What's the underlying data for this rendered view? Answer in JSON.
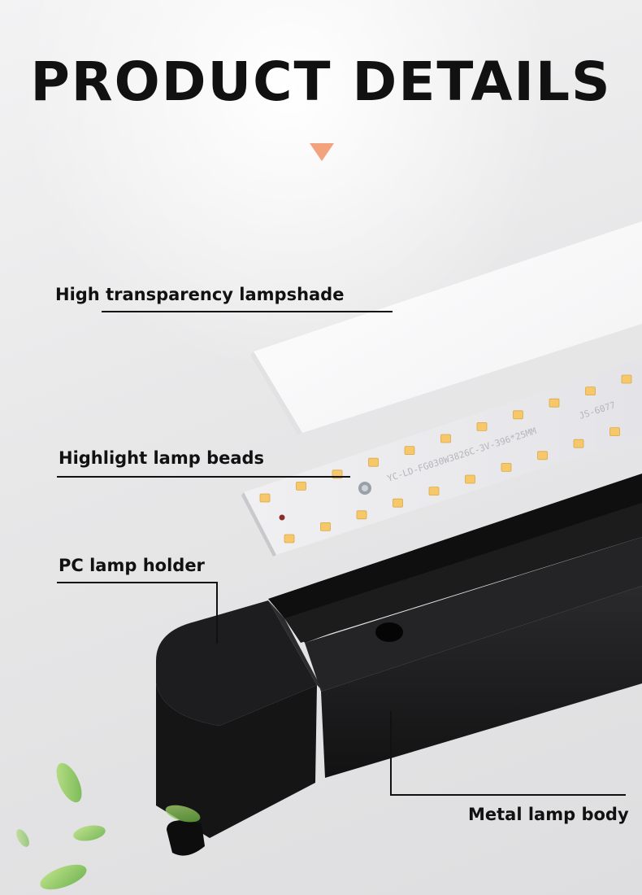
{
  "title": "PRODUCT DETAILS",
  "labels": {
    "lampshade": "High transparency lampshade",
    "beads": "Highlight lamp beads",
    "holder": "PC lamp holder",
    "body": "Metal lamp body"
  },
  "pcb": {
    "print_text": "YC-LD-FG030W3826C-3V-396*25MM",
    "code": "JS-6077"
  },
  "colors": {
    "accent_arrow": "#f2a27c",
    "led_bead": "#f6c86a",
    "lamp_body": "#1b1b1c"
  }
}
